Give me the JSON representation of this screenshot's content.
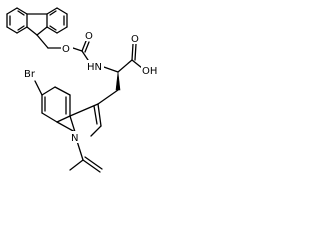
{
  "structure": {
    "atoms": {
      "o_ether": "O",
      "o_carbonyl_carbamate": "O",
      "nh": "HN",
      "o_carbonyl_acid": "O",
      "oh": "OH",
      "br": "Br",
      "n_indole": "N"
    },
    "colors": {
      "ink": "#000000",
      "background": "#ffffff"
    }
  }
}
